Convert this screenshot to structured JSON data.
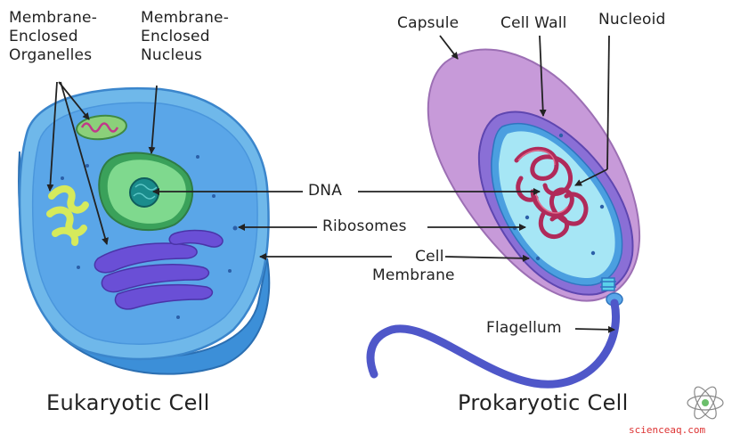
{
  "labels": {
    "membrane_organelles": [
      "Membrane-",
      "Enclosed",
      "Organelles"
    ],
    "membrane_nucleus": [
      "Membrane-",
      "Enclosed",
      "Nucleus"
    ],
    "capsule": "Capsule",
    "cell_wall": "Cell Wall",
    "nucleoid": "Nucleoid",
    "dna": "DNA",
    "ribosomes": "Ribosomes",
    "cell_membrane": [
      "Cell",
      "Membrane"
    ],
    "flagellum": "Flagellum"
  },
  "captions": {
    "eukaryotic": "Eukaryotic Cell",
    "prokaryotic": "Prokaryotic Cell"
  },
  "watermark": "scienceaq.com",
  "colors": {
    "cell_outer": "#6fb8ea",
    "cell_inner": "#5aa6e8",
    "nucleus": "#57c36d",
    "nucleolus": "#1a8c8c",
    "golgi": "#6a4fd6",
    "mitochondria": "#8bd07a",
    "er": "#d6ea5c",
    "capsule": "#c79ad9",
    "cell_wall": "#8a6fd6",
    "cytoplasm": "#a6e6f5",
    "dna_strand": "#b02a5a",
    "flagellum": "#4f57c9"
  }
}
